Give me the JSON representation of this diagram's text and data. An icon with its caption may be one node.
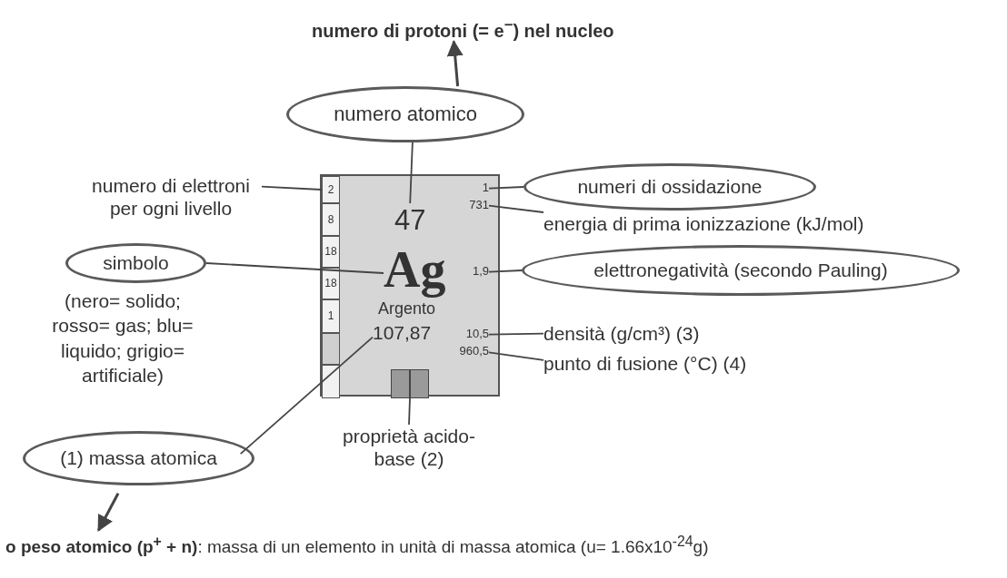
{
  "diagram": {
    "nodes": [
      {
        "text": [],
        "shape": "box"
      },
      {
        "text": [
          "2"
        ],
        "in": 0
      },
      {
        "text": [
          "8"
        ],
        "in": 0
      },
      {
        "text": [
          "18"
        ],
        "in": 0
      },
      {
        "text": [
          "18"
        ],
        "in": 0
      },
      {
        "text": [
          "1"
        ],
        "in": 0
      },
      {
        "text": [],
        "shape": "box",
        "in": 0
      },
      {
        "text": [],
        "shape": "box",
        "in": 0
      },
      {
        "text": [
          "47"
        ],
        "in": 0
      },
      {
        "text": [
          "Ag"
        ],
        "in": 0
      },
      {
        "text": [
          "Argento"
        ],
        "in": 0
      },
      {
        "text": [
          "107,87"
        ],
        "in": 0
      },
      {
        "text": [
          "1"
        ],
        "in": 0
      },
      {
        "text": [
          "731"
        ],
        "in": 0
      },
      {
        "text": [
          "1,9"
        ],
        "in": 0
      },
      {
        "text": [
          "10,5"
        ],
        "in": 0
      },
      {
        "text": [
          "960,5"
        ],
        "in": 0
      },
      {
        "text": [],
        "shape": "bar",
        "in": 0
      },
      {
        "text": [
          "numero atomico"
        ]
      },
      {
        "text": [
          "numero di protoni (= e$^{−}$) nel nucleo"
        ]
      },
      {
        "text": [
          "numero di elettroni per ogni livello"
        ]
      },
      {
        "text": [
          "simbolo"
        ],
        "beside": [
          "(nero= solido; rosso= gas; blu= liquido; grigio= artificiale)"
        ]
      },
      {
        "text": [
          "(1) massa atomica"
        ]
      },
      {
        "text": [
          "**o peso atomico (p$^{+}$ + n)**: massa di un elemento in unità di massa atomica (u= 1.66x10$^{-24}$g)"
        ]
      },
      {
        "text": [
          "proprietà acido-base (2)"
        ]
      },
      {
        "text": [
          "numeri di ossidazione"
        ]
      },
      {
        "text": [
          "energia di prima ionizzazione (kJ/mol)"
        ]
      },
      {
        "text": [
          "elettronegatività (secondo Pauling)"
        ]
      },
      {
        "text": [
          "densità (g/cm³) (3)"
        ]
      },
      {
        "text": [
          "punto di fusione (°C) (4)"
        ]
      }
    ],
    "edges": [
      {
        "from": 18,
        "to": 19,
        "arrow": "to"
      },
      {
        "from": 18,
        "to": 8,
        "arrow": "none"
      },
      {
        "from": 20,
        "to": 1,
        "arrow": "none"
      },
      {
        "from": 21,
        "to": 9,
        "arrow": "none"
      },
      {
        "from": 22,
        "to": 11,
        "arrow": "none"
      },
      {
        "from": 22,
        "to": 23,
        "arrow": "to"
      },
      {
        "from": 24,
        "to": 17,
        "arrow": "none"
      },
      {
        "from": 25,
        "to": 12,
        "arrow": "none"
      },
      {
        "from": 26,
        "to": 13,
        "arrow": "none"
      },
      {
        "from": 27,
        "to": 14,
        "arrow": "none"
      },
      {
        "from": 28,
        "to": 15,
        "arrow": "none"
      },
      {
        "from": 29,
        "to": 16,
        "arrow": "none"
      }
    ]
  }
}
